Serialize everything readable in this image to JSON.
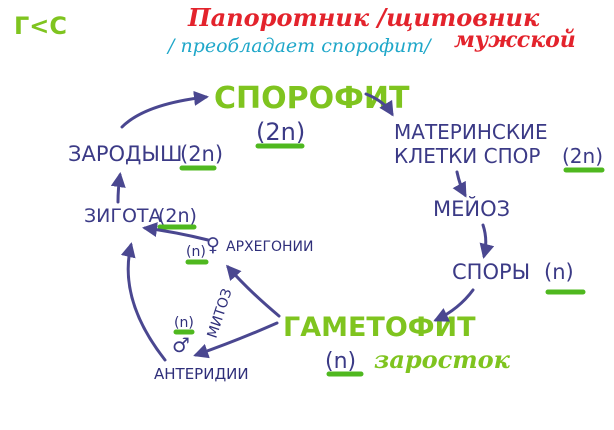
{
  "corner_tag": "Г<С",
  "title": "Папоротник /щитовник",
  "title_line2": "мужской",
  "subtitle": "/ преобладает спорофит/",
  "nodes": {
    "sporophyte": {
      "label": "СПОРОФИТ",
      "ploidy": "(2n)"
    },
    "mother_cells_line1": "МАТЕРИНСКИЕ",
    "mother_cells_line2": "КЛЕТКИ СПОР",
    "mother_cells_ploidy": "(2n)",
    "meiosis": "МЕЙОЗ",
    "spores": {
      "label": "СПОРЫ",
      "ploidy": "(n)"
    },
    "gametophyte": {
      "label": "ГАМЕТОФИТ",
      "ploidy": "(n)",
      "note": "заросток"
    },
    "antheridia": "АНТЕРИДИИ",
    "antheridia_ploidy": "(n)",
    "antheridia_symbol": "♂",
    "mitosis": "МИТОЗ",
    "archegonia": "АРХЕГОНИИ",
    "archegonia_ploidy": "(n)",
    "archegonia_symbol": "♀",
    "zygote": {
      "label": "ЗИГОТА",
      "ploidy": "(2n)"
    },
    "embryo": {
      "label": "ЗАРОДЫШ",
      "ploidy": "(2n)"
    }
  },
  "colors": {
    "title": "#e3232c",
    "subtitle": "#1fa7c9",
    "green": "#7fc41f",
    "navy": "#3b3a86",
    "marker": "#4fb81f"
  }
}
